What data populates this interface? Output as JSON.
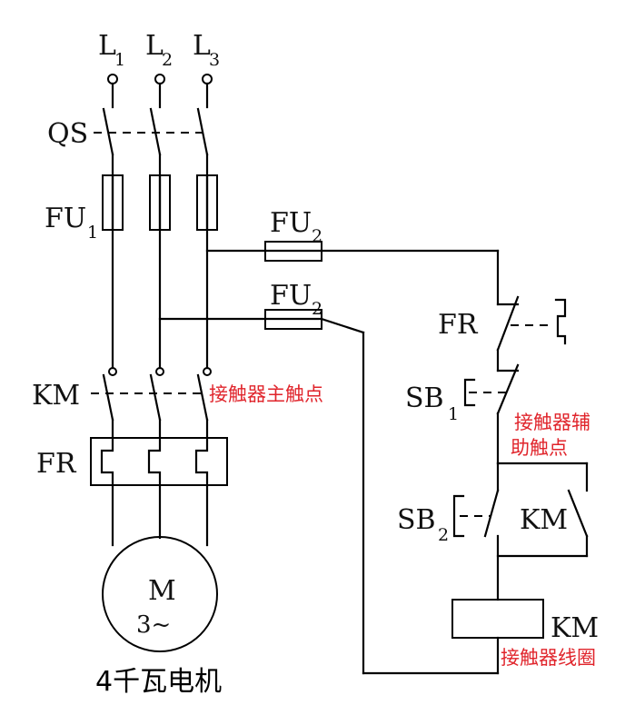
{
  "labels": {
    "l1": "L",
    "l1_sub": "1",
    "l2": "L",
    "l2_sub": "2",
    "l3": "L",
    "l3_sub": "3",
    "qs": "QS",
    "fu1": "FU",
    "fu1_sub": "1",
    "fu2a": "FU",
    "fu2a_sub": "2",
    "fu2b": "FU",
    "fu2b_sub": "2",
    "fr_control": "FR",
    "km_main": "KM",
    "fr_main": "FR",
    "sb1": "SB",
    "sb1_sub": "1",
    "sb2": "SB",
    "sb2_sub": "2",
    "km_aux": "KM",
    "km_coil": "KM",
    "motor_m": "M",
    "motor_phase": "3~"
  },
  "annotations": {
    "main_contact": "接触器主触点",
    "aux_contact_line1": "接触器辅",
    "aux_contact_line2": "助触点",
    "coil": "接触器线圈",
    "motor_caption": "4千瓦电机"
  },
  "colors": {
    "annotation": "#e0242b",
    "wire": "#000000"
  }
}
